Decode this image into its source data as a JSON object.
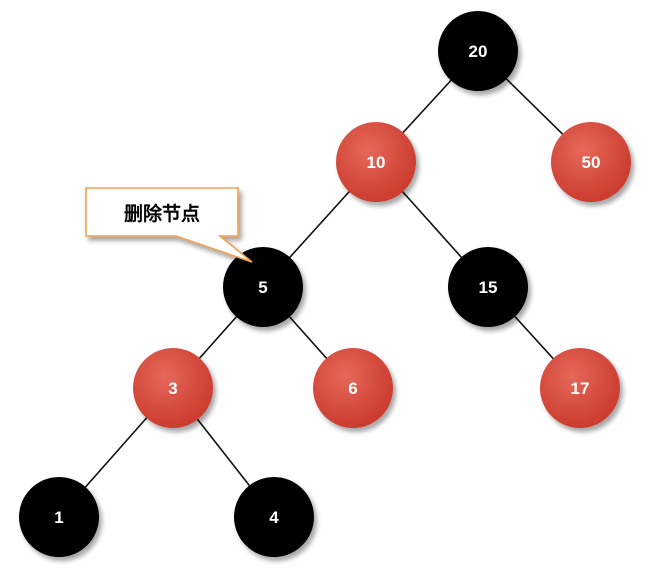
{
  "colors": {
    "black_node": "#050505",
    "red_node": "#d2493b",
    "red_node_highlight": "#e5685a",
    "edge": "#111111",
    "callout_border": "#f0a050",
    "callout_fill": "#ffffff"
  },
  "callout": {
    "text": "删除节点",
    "target_node": "5"
  },
  "nodes": [
    {
      "id": "20",
      "label": "20",
      "color": "black"
    },
    {
      "id": "10",
      "label": "10",
      "color": "red"
    },
    {
      "id": "50",
      "label": "50",
      "color": "red"
    },
    {
      "id": "5",
      "label": "5",
      "color": "black"
    },
    {
      "id": "15",
      "label": "15",
      "color": "black"
    },
    {
      "id": "3",
      "label": "3",
      "color": "red"
    },
    {
      "id": "6",
      "label": "6",
      "color": "red"
    },
    {
      "id": "17",
      "label": "17",
      "color": "red"
    },
    {
      "id": "1",
      "label": "1",
      "color": "black"
    },
    {
      "id": "4",
      "label": "4",
      "color": "black"
    }
  ],
  "edges": [
    [
      "20",
      "10"
    ],
    [
      "20",
      "50"
    ],
    [
      "10",
      "5"
    ],
    [
      "10",
      "15"
    ],
    [
      "5",
      "3"
    ],
    [
      "5",
      "6"
    ],
    [
      "15",
      "17"
    ],
    [
      "3",
      "1"
    ],
    [
      "3",
      "4"
    ]
  ]
}
